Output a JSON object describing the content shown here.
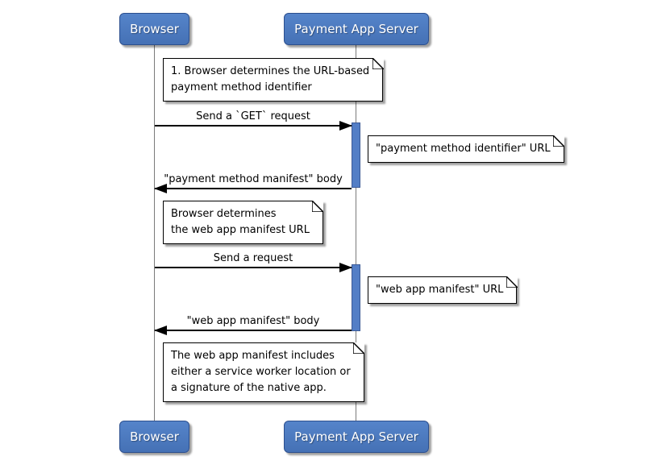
{
  "colors": {
    "actor_fill_top": "#5584ca",
    "actor_fill_bottom": "#4571b5",
    "actor_border": "#2c4f8e",
    "actor_text": "#ffffff",
    "activation_fill": "#537ec6",
    "activation_border": "#3c5a96",
    "lifeline": "#7b7b7b",
    "arrow": "#000000",
    "note_bg": "#ffffff",
    "note_border": "#000000"
  },
  "actors": {
    "browser": "Browser",
    "server": "Payment App Server"
  },
  "messages": [
    {
      "label": "Send a `GET` request",
      "direction": "right",
      "from": "Browser",
      "to": "Payment App Server"
    },
    {
      "label": "\"payment method manifest\" body",
      "direction": "left",
      "from": "Payment App Server",
      "to": "Browser"
    },
    {
      "label": "Send a request",
      "direction": "right",
      "from": "Browser",
      "to": "Payment App Server"
    },
    {
      "label": "\"web app manifest\" body",
      "direction": "left",
      "from": "Payment App Server",
      "to": "Browser"
    }
  ],
  "notes": {
    "step1": {
      "lines": [
        "1. Browser determines the URL-based",
        "payment method identifier"
      ]
    },
    "pmi_url": {
      "lines": [
        "\"payment method identifier\" URL"
      ]
    },
    "determine": {
      "lines": [
        "Browser determines",
        "the web app manifest URL"
      ]
    },
    "wam_url": {
      "lines": [
        "\"web app manifest\" URL"
      ]
    },
    "contents": {
      "lines": [
        "The web app manifest includes",
        "either a service worker location or",
        "a signature of the native app."
      ]
    }
  }
}
